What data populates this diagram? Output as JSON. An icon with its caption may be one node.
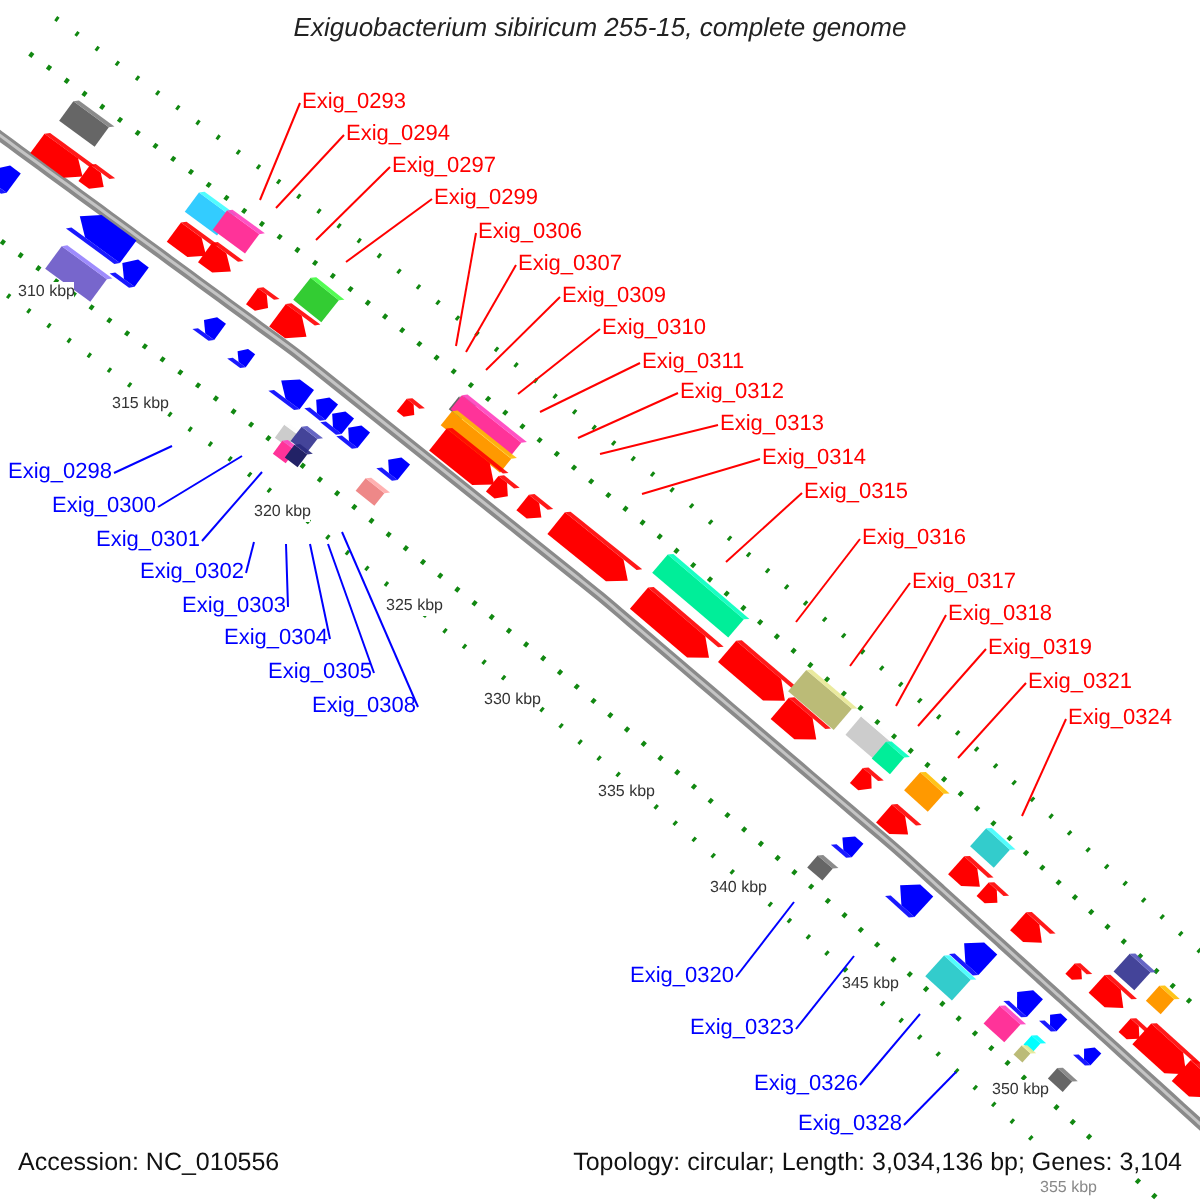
{
  "diagram": {
    "title": "Exiguobacterium sibiricum 255-15, complete genome",
    "nodes": [
      {
        "text": [
          "Exig_0293"
        ]
      },
      {
        "text": [
          "Exig_0294"
        ]
      },
      {
        "text": [
          "Exig_0297"
        ]
      },
      {
        "text": [
          "Exig_0299"
        ]
      },
      {
        "text": [
          "Exig_0306"
        ]
      },
      {
        "text": [
          "Exig_0307"
        ]
      },
      {
        "text": [
          "Exig_0309"
        ]
      },
      {
        "text": [
          "Exig_0310"
        ]
      },
      {
        "text": [
          "Exig_0311"
        ]
      },
      {
        "text": [
          "Exig_0312"
        ]
      },
      {
        "text": [
          "Exig_0313"
        ]
      },
      {
        "text": [
          "Exig_0314"
        ]
      },
      {
        "text": [
          "Exig_0315"
        ]
      },
      {
        "text": [
          "Exig_0316"
        ]
      },
      {
        "text": [
          "Exig_0317"
        ]
      },
      {
        "text": [
          "Exig_0318"
        ]
      },
      {
        "text": [
          "Exig_0319"
        ]
      },
      {
        "text": [
          "Exig_0321"
        ]
      },
      {
        "text": [
          "Exig_0324"
        ]
      },
      {
        "text": [
          "Exig_0298"
        ]
      },
      {
        "text": [
          "Exig_0300"
        ]
      },
      {
        "text": [
          "Exig_0301"
        ]
      },
      {
        "text": [
          "Exig_0302"
        ]
      },
      {
        "text": [
          "Exig_0303"
        ]
      },
      {
        "text": [
          "Exig_0304"
        ]
      },
      {
        "text": [
          "Exig_0305"
        ]
      },
      {
        "text": [
          "Exig_0308"
        ]
      },
      {
        "text": [
          "Exig_0320"
        ]
      },
      {
        "text": [
          "Exig_0323"
        ]
      },
      {
        "text": [
          "Exig_0326"
        ]
      },
      {
        "text": [
          "Exig_0328"
        ]
      }
    ],
    "edges": [
      {
        "from": 0,
        "to": null,
        "arrow": "none"
      },
      {
        "from": 1,
        "to": null,
        "arrow": "none"
      },
      {
        "from": 2,
        "to": null,
        "arrow": "none"
      },
      {
        "from": 3,
        "to": null,
        "arrow": "none"
      },
      {
        "from": 4,
        "to": null,
        "arrow": "none"
      },
      {
        "from": 5,
        "to": null,
        "arrow": "none"
      },
      {
        "from": 6,
        "to": null,
        "arrow": "none"
      },
      {
        "from": 7,
        "to": null,
        "arrow": "none"
      },
      {
        "from": 8,
        "to": null,
        "arrow": "none"
      },
      {
        "from": 9,
        "to": null,
        "arrow": "none"
      },
      {
        "from": 10,
        "to": null,
        "arrow": "none"
      },
      {
        "from": 11,
        "to": null,
        "arrow": "none"
      },
      {
        "from": 12,
        "to": null,
        "arrow": "none"
      },
      {
        "from": 13,
        "to": null,
        "arrow": "none"
      },
      {
        "from": 14,
        "to": null,
        "arrow": "none"
      },
      {
        "from": 15,
        "to": null,
        "arrow": "none"
      },
      {
        "from": 16,
        "to": null,
        "arrow": "none"
      },
      {
        "from": 17,
        "to": null,
        "arrow": "none"
      },
      {
        "from": 18,
        "to": null,
        "arrow": "none"
      },
      {
        "from": 19,
        "to": null,
        "arrow": "none",
        "color": "#0000ff"
      },
      {
        "from": 20,
        "to": null,
        "arrow": "none",
        "color": "#0000ff"
      },
      {
        "from": 21,
        "to": null,
        "arrow": "none",
        "color": "#0000ff"
      },
      {
        "from": 22,
        "to": null,
        "arrow": "none",
        "color": "#0000ff"
      },
      {
        "from": 23,
        "to": null,
        "arrow": "none",
        "color": "#0000ff"
      },
      {
        "from": 24,
        "to": null,
        "arrow": "none",
        "color": "#0000ff"
      },
      {
        "from": 25,
        "to": null,
        "arrow": "none",
        "color": "#0000ff"
      },
      {
        "from": 26,
        "to": null,
        "arrow": "none",
        "color": "#0000ff"
      },
      {
        "from": 27,
        "to": null,
        "arrow": "none",
        "color": "#0000ff"
      },
      {
        "from": 28,
        "to": null,
        "arrow": "none",
        "color": "#0000ff"
      },
      {
        "from": 29,
        "to": null,
        "arrow": "none",
        "color": "#0000ff"
      },
      {
        "from": 30,
        "to": null,
        "arrow": "none",
        "color": "#0000ff"
      }
    ],
    "labels": [
      "310 kbp",
      "315 kbp",
      "320 kbp",
      "325 kbp",
      "330 kbp",
      "335 kbp",
      "340 kbp",
      "345 kbp",
      "350 kbp",
      "355 kbp",
      "Accession: NC_010556",
      "Topology: circular; Length: 3,034,136 bp; Genes: 3,104"
    ]
  }
}
